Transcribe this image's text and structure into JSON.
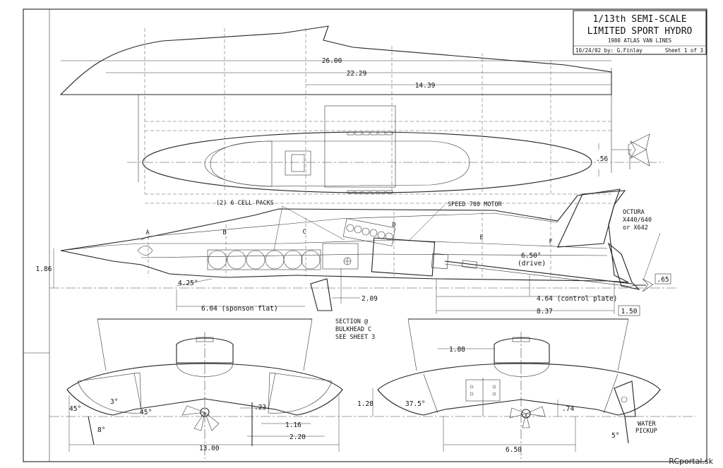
{
  "title_block": {
    "line1": "1/13th SEMI-SCALE",
    "line2": "LIMITED SPORT HYDRO",
    "line3": "1980 ATLAS VAN LINES",
    "date_author": "10/24/02 by: G.Finlay",
    "sheet": "Sheet 1 of 3"
  },
  "plan_view": {
    "dim_overall": "26.00",
    "dim_mid": "22.29",
    "dim_rear": "14.39",
    "dim_height": ".56"
  },
  "side_view": {
    "label_packs": "(2) 6 CELL PACKS",
    "label_motor": "SPEED 700 MOTOR",
    "label_prop_1": "OCTURA",
    "label_prop_2": "X440/640",
    "label_prop_3": "or X642",
    "section_a": "A",
    "section_b": "B",
    "section_c": "C",
    "section_d": "D",
    "section_e": "E",
    "section_f": "F",
    "dim_drive_angle": "6.50°",
    "dim_drive_label": "(drive)",
    "dim_height": "1.86",
    "dim_sponson_angle": "4.25°",
    "dim_sponson_flat": "6.04 (sponson flat)",
    "dim_cg": "2.09",
    "dim_control_plate": "4.64 (control plate)",
    "dim_stern": "8.37",
    "box_prop_height": ".65",
    "box_prop_setback": "1.50",
    "note_section_1": "SECTION @",
    "note_section_2": "BULKHEAD C",
    "note_section_3": "SEE SHEET 3"
  },
  "front_view": {
    "angle_left": "45°",
    "angle_top": "3°",
    "angle_right": "45°",
    "angle_rudder": "8°",
    "dim_23": ".23",
    "dim_116": "1.16",
    "dim_220": "2.20",
    "dim_width": "13.00"
  },
  "rear_view": {
    "dim_188": "1.88",
    "dim_128": "1.28",
    "angle_375": "37.5°",
    "dim_74": ".74",
    "dim_width": "6.50",
    "angle_5": "5°",
    "label_water_1": "WATER",
    "label_water_2": "PICKUP"
  },
  "watermark": "RCportal.sk"
}
